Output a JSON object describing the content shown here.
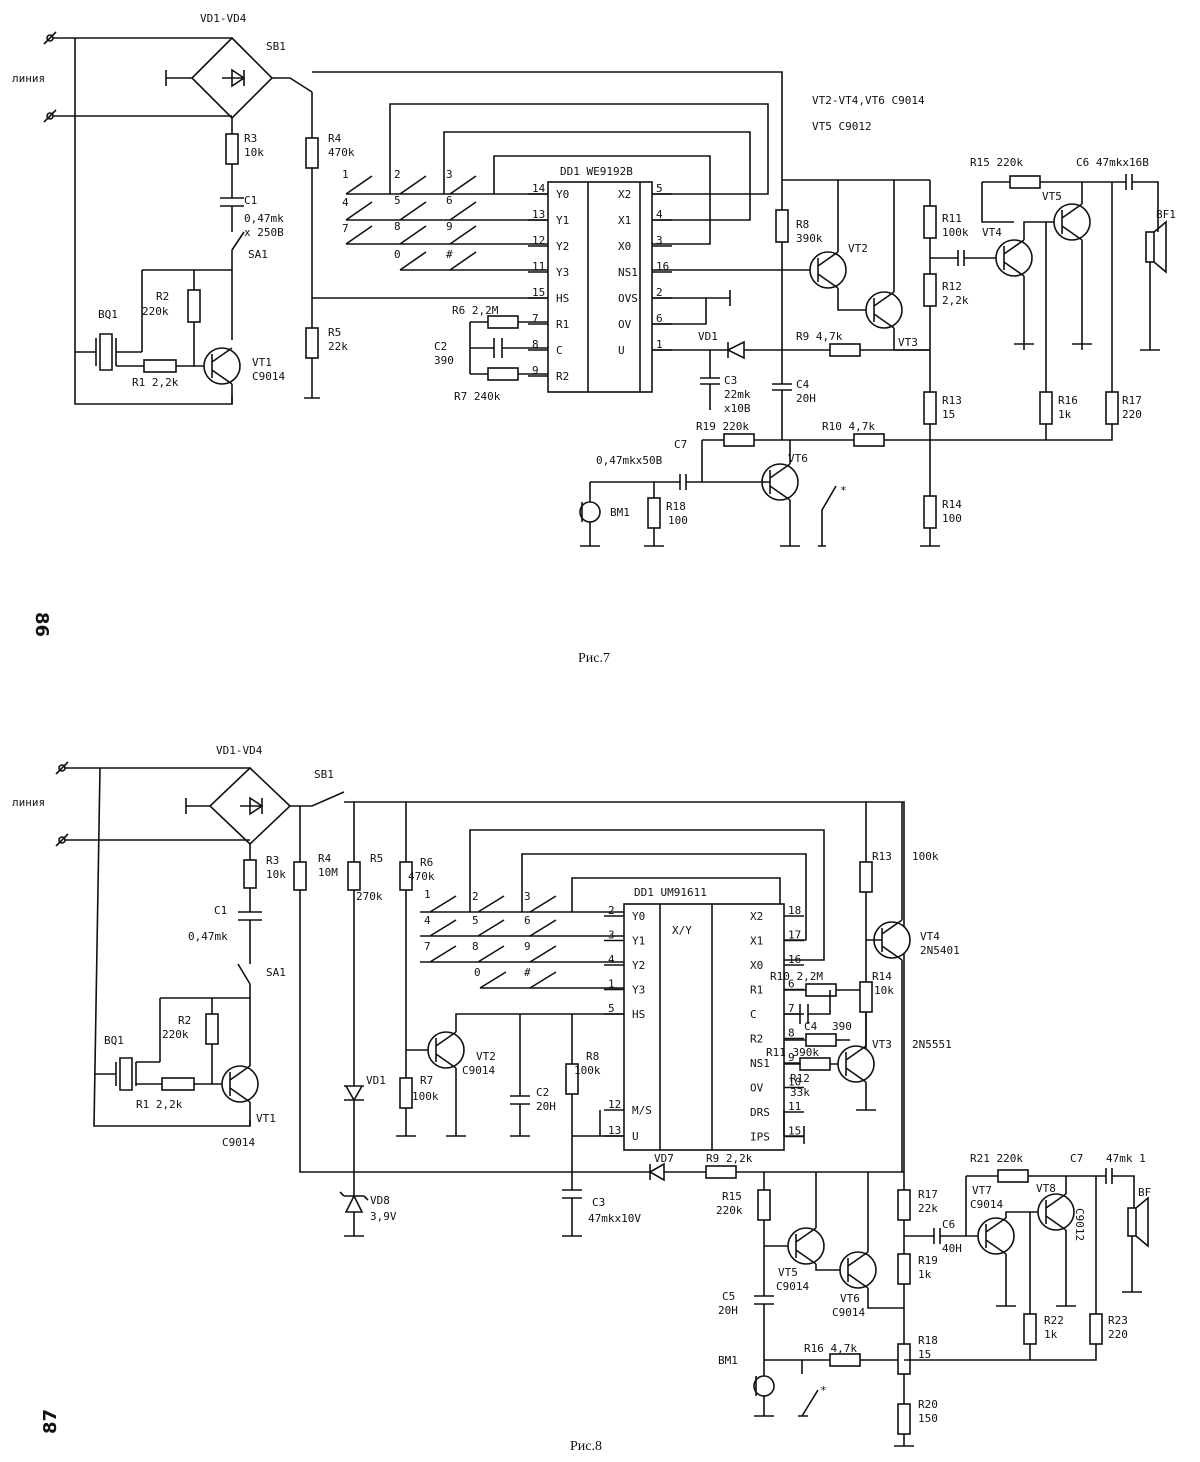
{
  "page_numbers": [
    "86",
    "87"
  ],
  "captions": [
    "Рис.7",
    "Рис.8"
  ],
  "fig7": {
    "line_label": "линия",
    "bridge": "VD1-VD4",
    "switch_sb1": "SB1",
    "switch_sa1": "SA1",
    "ic_title": "DD1  WE9192B",
    "ic_left_pins": [
      {
        "num": "14",
        "name": "Y0"
      },
      {
        "num": "13",
        "name": "Y1"
      },
      {
        "num": "12",
        "name": "Y2"
      },
      {
        "num": "11",
        "name": "Y3"
      },
      {
        "num": "15",
        "name": "HS"
      },
      {
        "num": "7",
        "name": "R1"
      },
      {
        "num": "8",
        "name": "C"
      },
      {
        "num": "9",
        "name": "R2"
      }
    ],
    "ic_right_pins": [
      {
        "num": "5",
        "name": "X2"
      },
      {
        "num": "4",
        "name": "X1"
      },
      {
        "num": "3",
        "name": "X0"
      },
      {
        "num": "16",
        "name": "NS1"
      },
      {
        "num": "2",
        "name": "OVS"
      },
      {
        "num": "6",
        "name": "OV"
      },
      {
        "num": "1",
        "name": "U"
      }
    ],
    "keys": [
      "1",
      "2",
      "3",
      "4",
      "5",
      "6",
      "7",
      "8",
      "9",
      "0",
      "#",
      "*"
    ],
    "transistor_note_1": "VT2-VT4,VT6 C9014",
    "transistor_note_2": "VT5 C9012",
    "labels": {
      "r3": "R3",
      "r3v": "10k",
      "c1": "C1",
      "c1v": "0,47mk",
      "c1v2": "x 250B",
      "r4": "R4",
      "r4v": "470k",
      "r5": "R5",
      "r5v": "22k",
      "r2": "R2",
      "r2v": "220k",
      "bq1": "BQ1",
      "r1": "R1  2,2k",
      "vt1": "VT1",
      "vt1t": "C9014",
      "r6": "R6  2,2M",
      "c2": "C2",
      "c2v": "390",
      "r7": "R7  240k",
      "r8": "R8",
      "r8v": "390k",
      "vt2": "VT2",
      "vt3": "VT3",
      "vd1": "VD1",
      "r9": "R9  4,7k",
      "c3": "C3",
      "c3v": "22mk",
      "c3v2": "x10B",
      "c4": "C4",
      "c4v": "20H",
      "r11": "R11",
      "r11v": "100k",
      "r12": "R12",
      "r12v": "2,2k",
      "r13": "R13",
      "r13v": "15",
      "r14": "R14",
      "r14v": "100",
      "r15": "R15  220k",
      "c6": "C6  47mkx16B",
      "vt4": "VT4",
      "vt5": "VT5",
      "bf1": "BF1",
      "r16": "R16",
      "r16v": "1k",
      "r17": "R17",
      "r17v": "220",
      "r19": "R19  220k",
      "r10": "R10  4,7k",
      "c7": "C7",
      "c7v": "0,47mkx50B",
      "vt6": "VT6",
      "bm1": "BM1",
      "r18": "R18",
      "r18v": "100",
      "star": "*"
    }
  },
  "fig8": {
    "line_label": "линия",
    "bridge": "VD1-VD4",
    "switch_sb1": "SB1",
    "switch_sa1": "SA1",
    "ic_title": "DD1  UM91611",
    "ic_mid": "X/Y",
    "ic_left_pins": [
      {
        "num": "2",
        "name": "Y0"
      },
      {
        "num": "3",
        "name": "Y1"
      },
      {
        "num": "4",
        "name": "Y2"
      },
      {
        "num": "1",
        "name": "Y3"
      },
      {
        "num": "5",
        "name": "HS"
      },
      {
        "num": "12",
        "name": "M/S"
      },
      {
        "num": "13",
        "name": "U"
      }
    ],
    "ic_right_pins": [
      {
        "num": "18",
        "name": "X2"
      },
      {
        "num": "17",
        "name": "X1"
      },
      {
        "num": "16",
        "name": "X0"
      },
      {
        "num": "6",
        "name": "R1"
      },
      {
        "num": "7",
        "name": "C"
      },
      {
        "num": "8",
        "name": "R2"
      },
      {
        "num": "9",
        "name": "NS1"
      },
      {
        "num": "10",
        "name": "OV"
      },
      {
        "num": "11",
        "name": "DRS"
      },
      {
        "num": "15",
        "name": "IPS"
      }
    ],
    "keys": [
      "1",
      "2",
      "3",
      "4",
      "5",
      "6",
      "7",
      "8",
      "9",
      "0",
      "#",
      "*"
    ],
    "labels": {
      "r3": "R3",
      "r3v": "10k",
      "r4": "R4",
      "r4v": "10M",
      "r5": "R5",
      "r5v": "270k",
      "r6": "R6",
      "r6v": "470k",
      "c1": "C1",
      "c1v": "0,47mk",
      "r2": "R2",
      "r2v": "220k",
      "bq1": "BQ1",
      "r1": "R1  2,2k",
      "vt1": "VT1",
      "vt1t": "C9014",
      "vd1": "VD1",
      "vd8": "VD8",
      "vd8v": "3,9V",
      "r7": "R7",
      "r7v": "100k",
      "vt2": "VT2",
      "vt2t": "C9014",
      "c2": "C2",
      "c2v": "20H",
      "r8": "R8",
      "r8v": "100k",
      "c3": "C3",
      "c3v": "47mkx10V",
      "r13": "R13",
      "r13v": "100k",
      "vt4": "VT4",
      "vt4t": "2N5401",
      "r14": "R14",
      "r14v": "10k",
      "r10": "R10  2,2M",
      "c4": "C4",
      "c4v": "390",
      "r11": "R11  390k",
      "r12": "R12",
      "r12v": "33k",
      "vt3": "VT3",
      "vt3t": "2N5551",
      "vd7": "VD7",
      "r9": "R9  2,2k",
      "r15": "R15",
      "r15v": "220k",
      "vt5": "VT5",
      "vt5t": "C9014",
      "vt6": "VT6",
      "vt6t": "C9014",
      "c5": "C5",
      "c5v": "20H",
      "bm1": "BM1",
      "r16": "R16  4,7k",
      "r17": "R17",
      "r17v": "22k",
      "c6": "C6",
      "c6v": "40H",
      "r19": "R19",
      "r19v": "1k",
      "r18": "R18",
      "r18v": "15",
      "r20": "R20",
      "r20v": "150",
      "r21": "R21  220k",
      "c7": "C7",
      "c7v": "47mk  1",
      "vt7": "VT7",
      "vt7t": "C9014",
      "vt8": "VT8",
      "vt8t": "C9012",
      "bf": "BF",
      "r22": "R22",
      "r22v": "1k",
      "r23": "R23",
      "r23v": "220",
      "star": "*"
    }
  }
}
